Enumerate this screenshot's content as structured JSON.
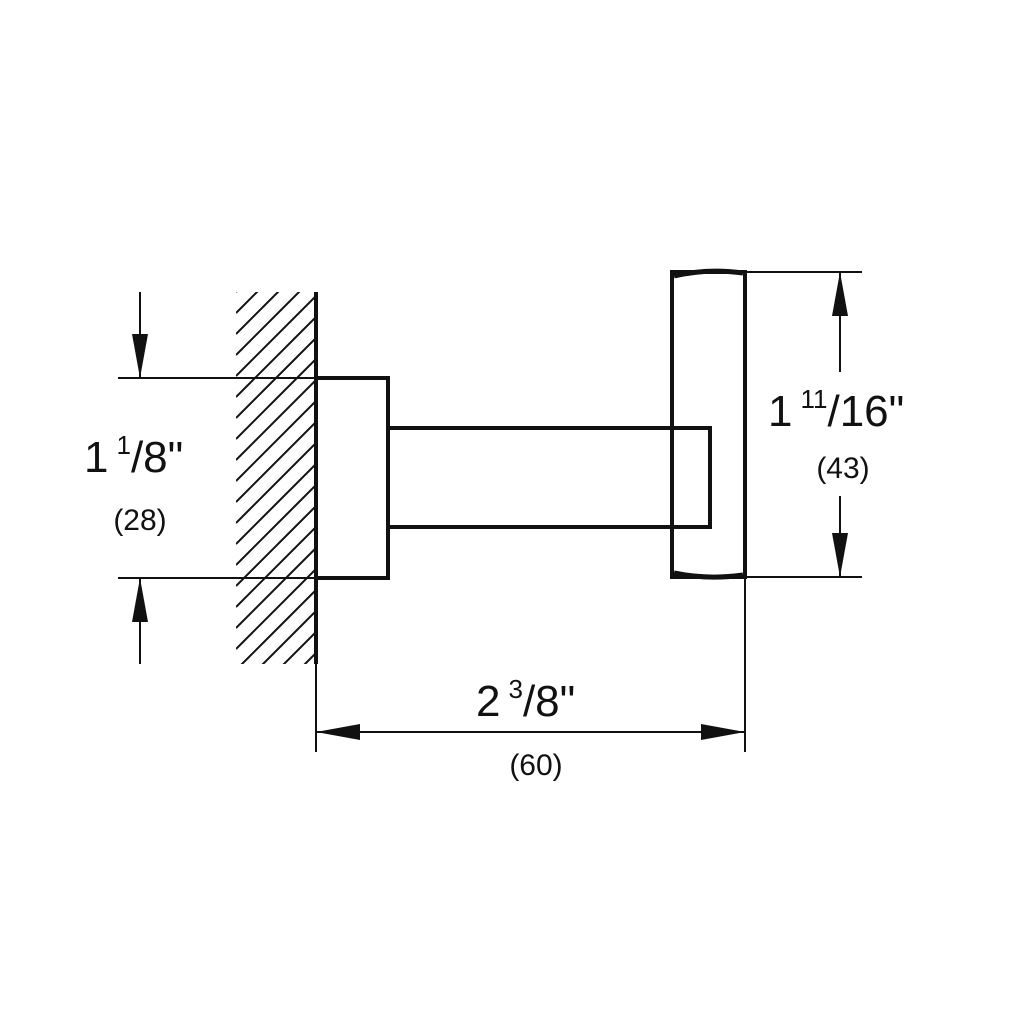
{
  "drawing": {
    "line_color": "#111111",
    "background": "#ffffff",
    "dimensions": {
      "base_height": {
        "whole": "1",
        "numerator": "1",
        "denominator": "/8\"",
        "metric": "(28)"
      },
      "hook_height": {
        "whole": "1",
        "numerator": "11",
        "denominator": "/16\"",
        "metric": "(43)"
      },
      "projection": {
        "whole": "2",
        "numerator": "3",
        "denominator": "/8\"",
        "metric": "(60)"
      }
    }
  }
}
